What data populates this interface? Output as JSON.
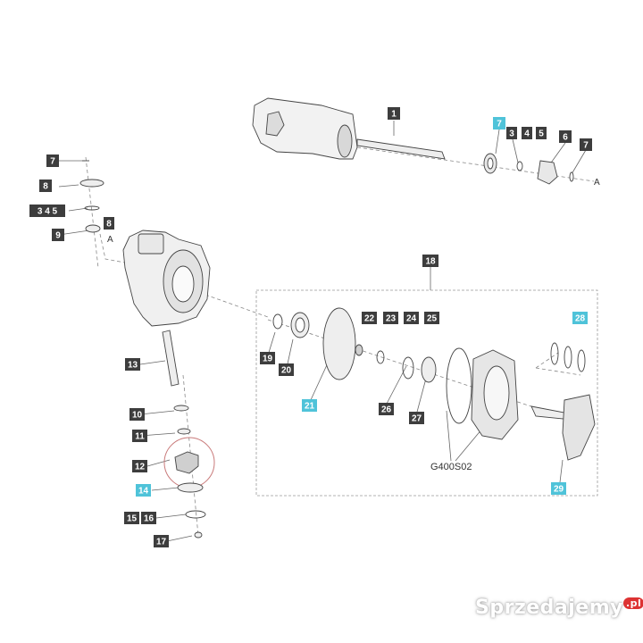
{
  "colors": {
    "dark_label": "#3d3d3d",
    "highlight_label": "#4fc3d9",
    "circle": "#c97a7a",
    "line": "#555555",
    "dash": "#888888"
  },
  "labels": [
    {
      "id": "1",
      "text": "1",
      "style": "dark"
    },
    {
      "id": "7a",
      "text": "7",
      "style": "highlight"
    },
    {
      "id": "3a",
      "text": "3",
      "style": "dark"
    },
    {
      "id": "4a",
      "text": "4",
      "style": "dark"
    },
    {
      "id": "5a",
      "text": "5",
      "style": "dark"
    },
    {
      "id": "6",
      "text": "6",
      "style": "dark"
    },
    {
      "id": "7b",
      "text": "7",
      "style": "dark"
    },
    {
      "id": "7c",
      "text": "7",
      "style": "dark"
    },
    {
      "id": "8a",
      "text": "8",
      "style": "dark"
    },
    {
      "id": "345",
      "text": "3 4 5",
      "style": "dark"
    },
    {
      "id": "8b",
      "text": "8",
      "style": "dark"
    },
    {
      "id": "9",
      "text": "9",
      "style": "dark"
    },
    {
      "id": "18",
      "text": "18",
      "style": "dark"
    },
    {
      "id": "13",
      "text": "13",
      "style": "dark"
    },
    {
      "id": "19",
      "text": "19",
      "style": "dark"
    },
    {
      "id": "20",
      "text": "20",
      "style": "dark"
    },
    {
      "id": "21",
      "text": "21",
      "style": "highlight"
    },
    {
      "id": "22",
      "text": "22",
      "style": "dark"
    },
    {
      "id": "23",
      "text": "23",
      "style": "dark"
    },
    {
      "id": "24",
      "text": "24",
      "style": "dark"
    },
    {
      "id": "25",
      "text": "25",
      "style": "dark"
    },
    {
      "id": "26",
      "text": "26",
      "style": "dark"
    },
    {
      "id": "27",
      "text": "27",
      "style": "dark"
    },
    {
      "id": "28",
      "text": "28",
      "style": "highlight"
    },
    {
      "id": "29",
      "text": "29",
      "style": "highlight"
    },
    {
      "id": "10",
      "text": "10",
      "style": "dark"
    },
    {
      "id": "11",
      "text": "11",
      "style": "dark"
    },
    {
      "id": "12",
      "text": "12",
      "style": "dark"
    },
    {
      "id": "14",
      "text": "14",
      "style": "highlight"
    },
    {
      "id": "15",
      "text": "15",
      "style": "dark"
    },
    {
      "id": "16",
      "text": "16",
      "style": "dark"
    },
    {
      "id": "17",
      "text": "17",
      "style": "dark"
    }
  ],
  "ref_a_top": "A",
  "ref_a_left": "A",
  "part_code": "G400S02",
  "watermark": {
    "text": "Sprzedajemy",
    "suffix": ".pl"
  }
}
